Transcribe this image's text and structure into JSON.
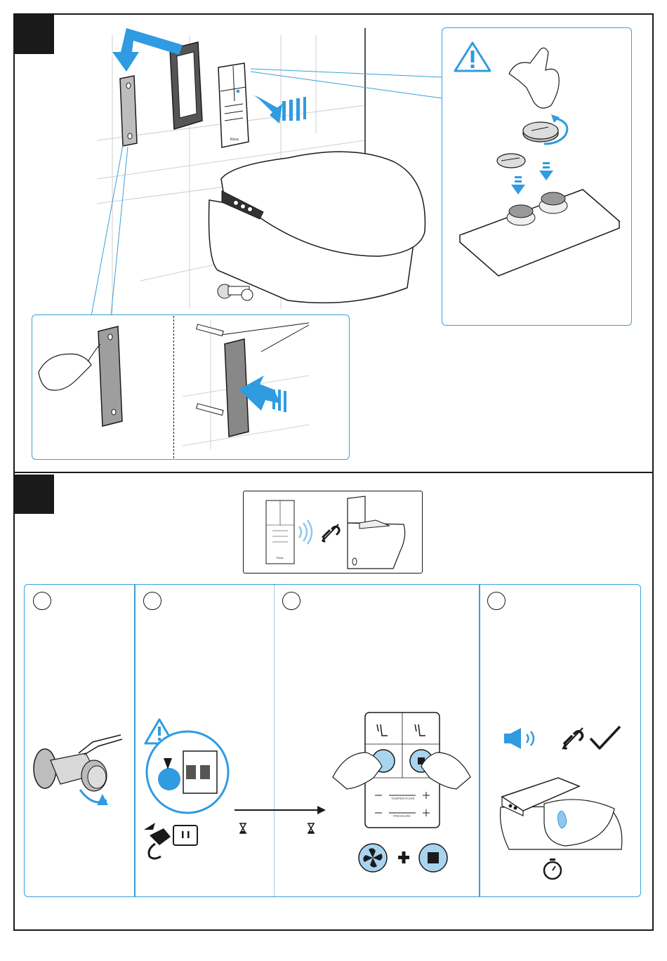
{
  "steps": [
    {
      "number": "",
      "section": "wall-mount-installation"
    },
    {
      "number": "",
      "section": "remote-pairing"
    }
  ],
  "colors": {
    "accent": "#2f9be0",
    "panel_border": "#3aa0d8",
    "ink": "#1a1a1a",
    "highlight_fill": "#a8d4ef"
  },
  "icons": [
    "warning-icon",
    "hourglass-icon",
    "plug-icon",
    "speaker-icon",
    "link-icon",
    "checkmark-icon",
    "stopwatch-icon",
    "fan-icon",
    "stop-icon"
  ],
  "remote": {
    "slider_labels": [
      "TEMPERATURE",
      "PRESSURE"
    ],
    "brand": "Roca"
  },
  "sub_steps": [
    {
      "id": "1",
      "label": ""
    },
    {
      "id": "2",
      "label": ""
    },
    {
      "id": "3",
      "label": ""
    },
    {
      "id": "4",
      "label": ""
    }
  ]
}
